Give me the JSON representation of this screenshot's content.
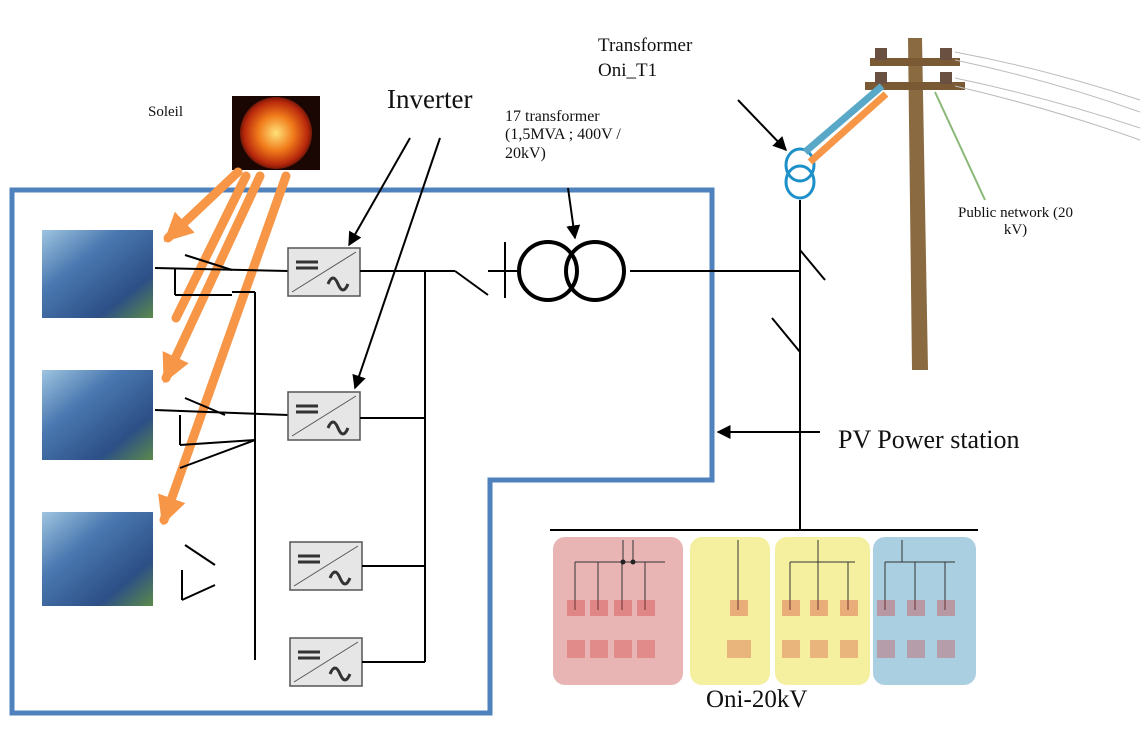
{
  "labels": {
    "sun": "Soleil",
    "inverter": "Inverter",
    "transformer_17": "17 transformer\n(1,5MVA ; 400V /\n20kV)",
    "transformer_t1": "Transformer\nOni_T1",
    "public_network": "Public network (20\nkV)",
    "pv_station": "PV Power station",
    "substation": "Oni-20kV"
  },
  "substation_panels": [
    {
      "color": "#e8b4b4",
      "feeders": 4
    },
    {
      "color": "#f5f0a0",
      "feeders": 1
    },
    {
      "color": "#f5f0a0",
      "feeders": 3
    },
    {
      "color": "#a9cfe0",
      "feeders": 3
    }
  ],
  "colors": {
    "station_border": "#4f81bd",
    "sun_arrow": "#f79646",
    "line": "#000000",
    "transformer_t1": "#1e90c8",
    "pole": "#8a6a40"
  }
}
